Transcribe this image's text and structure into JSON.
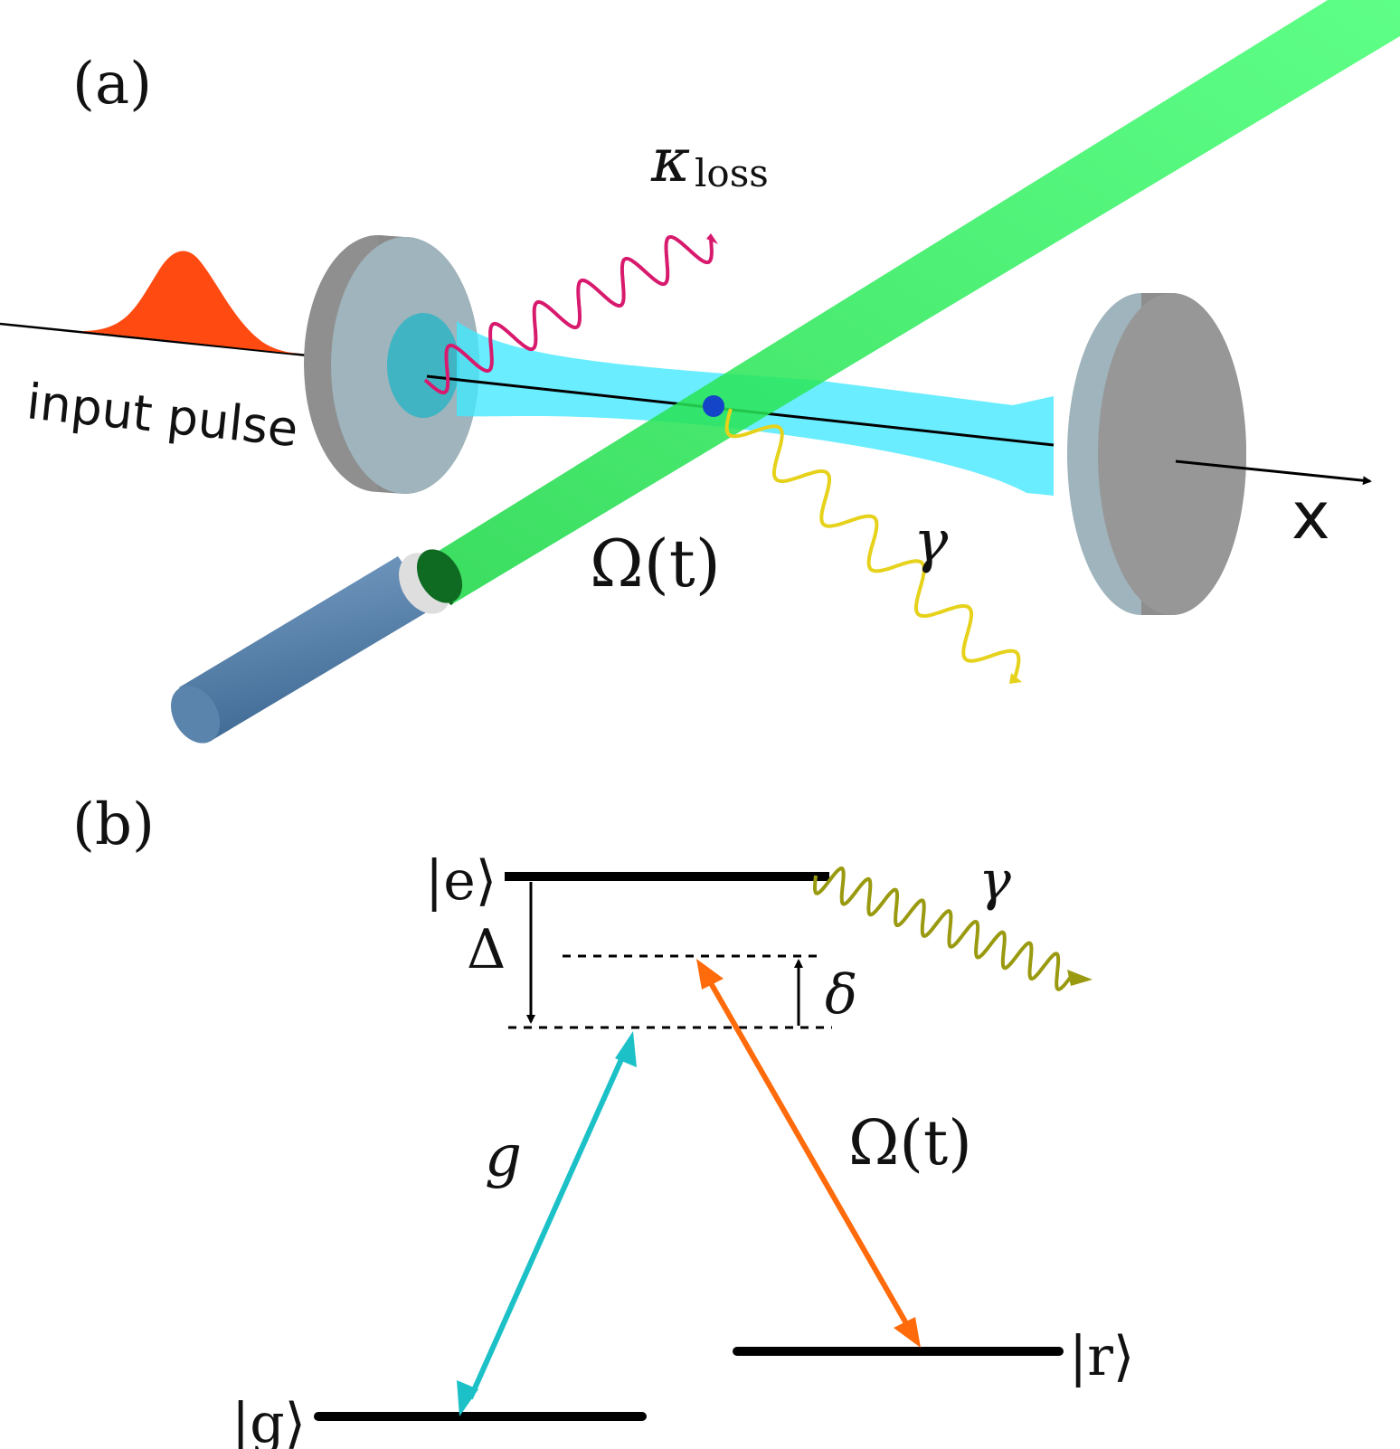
{
  "panel_a": {
    "label": "(a)",
    "input_label": "input pulse",
    "kappa_label": "κ",
    "kappa_sub": "loss",
    "omega_label": "Ω(t)",
    "gamma_label": "γ",
    "axis_label": "x"
  },
  "panel_b": {
    "label": "(b)",
    "state_e": "|e⟩",
    "state_g": "|g⟩",
    "state_r": "|r⟩",
    "delta_big": "Δ",
    "delta_small": "δ",
    "gamma_label": "γ",
    "g_label": "g",
    "omega_label": "Ω(t)"
  },
  "colors": {
    "pulse": "#ff4a12",
    "mirror": "#9a9a9a",
    "cavity_mode": "#40e8ff",
    "control_beam": "#2aff5a",
    "fiber": "#5b84ad",
    "kappa_wave": "#d81a6e",
    "gamma_wave_a": "#e6d21a",
    "gamma_wave_b": "#9a9a10",
    "g_arrow": "#1cc1c8",
    "omega_arrow": "#ff6a0a",
    "atom": "#1444c8"
  }
}
